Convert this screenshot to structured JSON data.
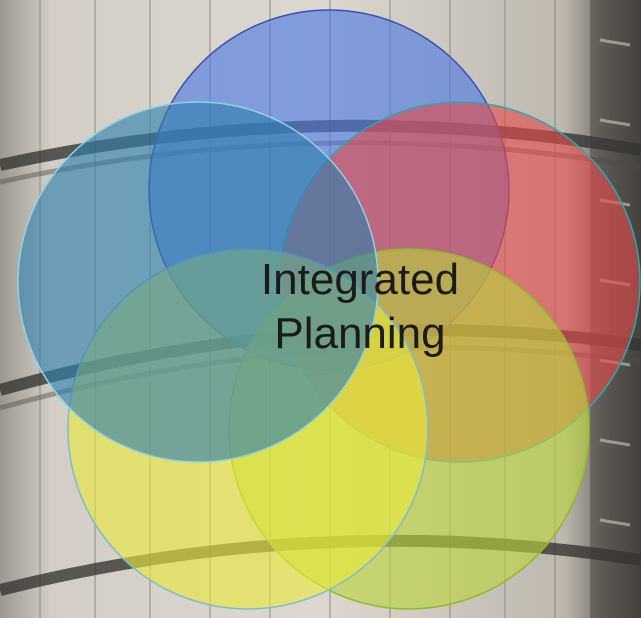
{
  "diagram": {
    "type": "venn",
    "center_label_lines": [
      "Integrated",
      "Planning"
    ],
    "circles": [
      {
        "name": "circle-blue",
        "fill": "#4b78e4",
        "stroke": "#3a4fb0"
      },
      {
        "name": "circle-red",
        "fill": "#e34b4b",
        "stroke": "#2aa7b5"
      },
      {
        "name": "circle-olive",
        "fill": "#b9d43a",
        "stroke": "#8fb82b"
      },
      {
        "name": "circle-yellow",
        "fill": "#e8e83a",
        "stroke": "#7bbcd0"
      },
      {
        "name": "circle-teal",
        "fill": "#2e7fae",
        "stroke": "#8fd3e0"
      }
    ]
  },
  "background": {
    "base": "#c9c4bb",
    "shadow": "#3a3834"
  }
}
